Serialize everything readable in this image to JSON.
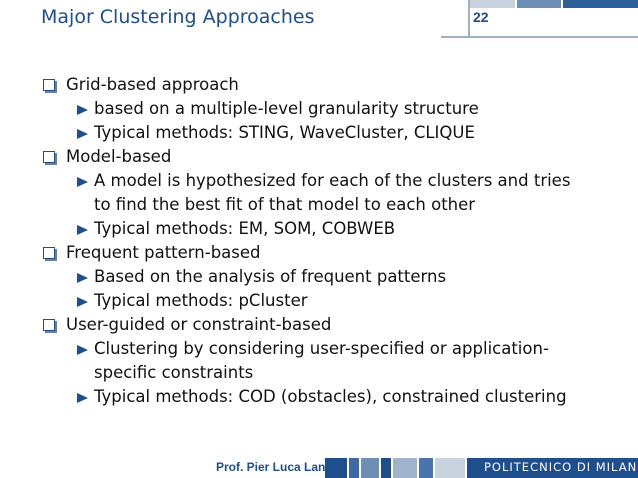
{
  "header": {
    "title": "Major Clustering Approaches",
    "page_number": "22",
    "accent_color": "#1f4e8c"
  },
  "sections": [
    {
      "label": "Grid-based approach",
      "bullets": [
        [
          "based on a multiple-level granularity structure"
        ],
        [
          "Typical methods: STING, WaveCluster, CLIQUE"
        ]
      ]
    },
    {
      "label": "Model-based",
      "bullets": [
        [
          "A model is hypothesized for each of the clusters and tries",
          "to find the best fit of that model to each other"
        ],
        [
          "Typical methods: EM, SOM, COBWEB"
        ]
      ]
    },
    {
      "label": "Frequent pattern-based",
      "bullets": [
        [
          "Based on the analysis of frequent patterns"
        ],
        [
          "Typical methods: pCluster"
        ]
      ]
    },
    {
      "label": "User-guided or constraint-based",
      "bullets": [
        [
          "Clustering by considering user-specified or application-",
          "specific constraints"
        ],
        [
          "Typical methods: COD (obstacles), constrained clustering"
        ]
      ]
    }
  ],
  "footer": {
    "author": "Prof. Pier Luca Lanzi",
    "organization": "POLITECNICO DI MILANO"
  }
}
